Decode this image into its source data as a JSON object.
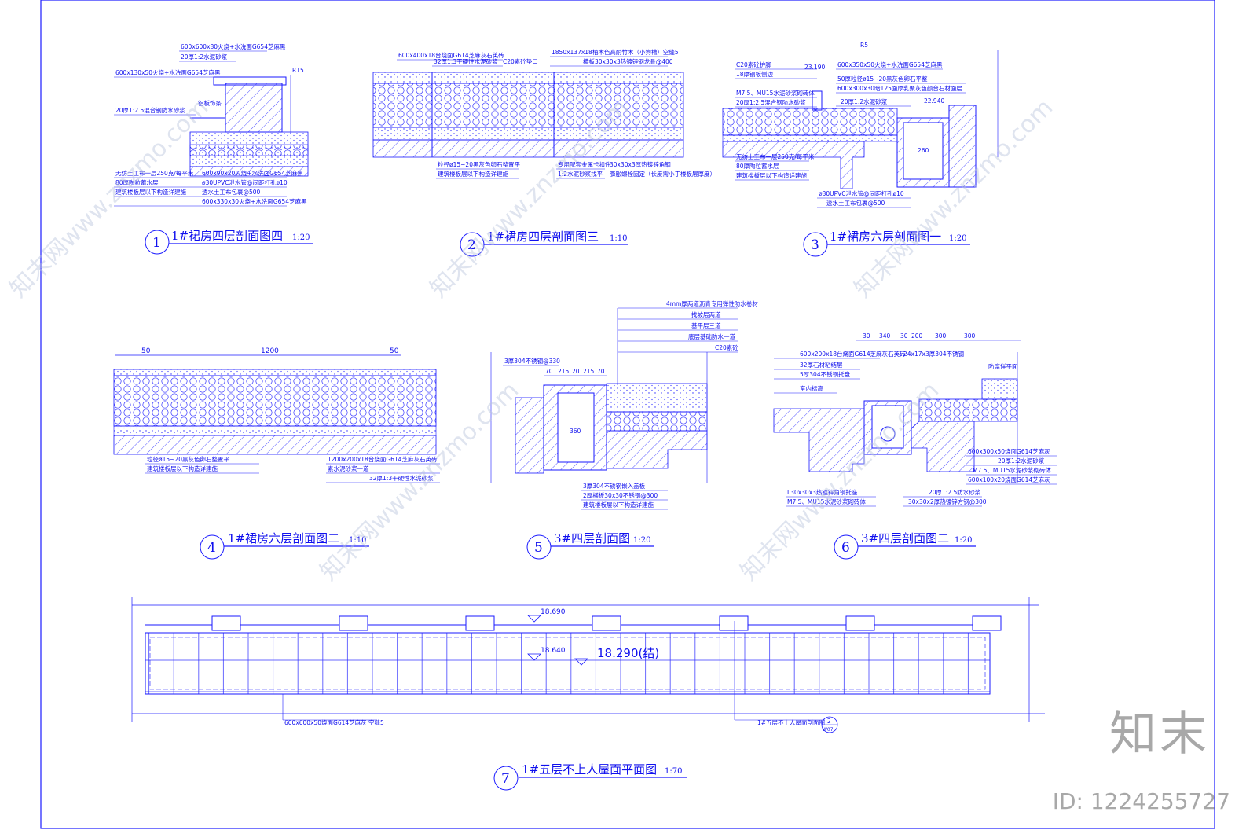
{
  "watermark": {
    "brand": "知末",
    "id_text": "ID: 1224255727",
    "tile_text": "知末网www.znzmo.com"
  },
  "details": [
    {
      "num": "1",
      "title": "1#裙房四层剖面图四",
      "scale": "1:20",
      "labels": [
        "600x600x80火烧+水洗面G654芝麻黑",
        "20厚1:2水泥砂浆",
        "600x130x50火烧+水洗面G654芝麻黑",
        "R15",
        "铝板饰条",
        "20厚1:2.5混合钢防水砂浆",
        "无纺土工布一层250克/每平米",
        "600x90x20火烧+水洗面G654芝麻黑",
        "80厚陶粒蓄水层",
        "ø30UPVC泄水管@间距打孔ø10",
        "建筑楼板层以下构造详建施",
        "透水土工布包裹@500",
        "600x330x30火烧+水洗面G654芝麻黑"
      ]
    },
    {
      "num": "2",
      "title": "1#裙房四层剖面图三",
      "scale": "1:10",
      "labels": [
        "600x400x18台烧面G614芝麻灰石英砖",
        "32厚1:3干硬性水泥砂浆",
        "C20素砼垫口",
        "1850x137x18柚木色高耐竹木（小狗槽）空缝5",
        "横板30x30x3热镀锌钢龙骨@400",
        "粒径ø15~20黑灰色卵石整置平",
        "建筑楼板层以下构造详建施",
        "专用配套金属卡扣件",
        "1:2水泥砂浆找平",
        "30x30x3厚热镀锌角钢",
        "膨胀螺栓固定（长度需小于楼板层厚度）"
      ]
    },
    {
      "num": "3",
      "title": "1#裙房六层剖面图一",
      "scale": "1:20",
      "labels": [
        "C20素砼护脚",
        "18厚钢板侧边",
        "23.190",
        "600x350x50火烧+水洗面G654芝麻黑",
        "R5",
        "50厚粒径ø15~20黑灰色卵石平整",
        "M7.5、MU15水泥砂浆砌砖体",
        "600x300x30暗125面厚乳聚灰色颜台石材面层",
        "20厚1:2.5混合钢防水砂浆",
        "20厚1:2水泥砂浆",
        "22.940",
        "260",
        "无纺土工布一层250克/每平米",
        "80厚陶粒蓄水层",
        "建筑楼板层以下构造详建施",
        "ø30UPVC泄水管@间距打孔ø10",
        "透水土工布包裹@500"
      ]
    },
    {
      "num": "4",
      "title": "1#裙房六层剖面图二",
      "scale": "1:10",
      "labels": [
        "50",
        "1200",
        "50",
        "粒径ø15~20黑灰色卵石整置平",
        "建筑楼板层以下构造详建施",
        "1200x200x18台烧面G614芝麻灰石英砖",
        "素水泥砂浆一道",
        "32厚1:3干硬性水泥砂浆"
      ]
    },
    {
      "num": "5",
      "title": "3#四层剖面图",
      "scale": "1:20",
      "labels": [
        "4mm厚两道沥青专用弹性防水卷材",
        "找坡层两道",
        "基平层三道",
        "底层基础防水一道",
        "C20素砼",
        "3厚304不锈钢@330",
        "70",
        "215",
        "20",
        "215",
        "70",
        "360",
        "3厚304不锈钢嵌入盖板",
        "2厚横板30x30不锈钢@300",
        "建筑楼板层以下构造详建施"
      ]
    },
    {
      "num": "6",
      "title": "3#四层剖面图二",
      "scale": "1:20",
      "labels": [
        "30",
        "340",
        "30",
        "200",
        "300",
        "300",
        "600x200x18台烧面G614芝麻灰石英砖",
        "24x17x3厚304不锈钢",
        "32厚石材粘结层",
        "5厚304不锈钢托盘",
        "防腐详平面",
        "室内标高",
        "600x300x50烧面G614芝麻灰",
        "20厚1:2水泥砂浆",
        "M7.5、MU15水泥砂浆砌砖体",
        "600x100x20烧面G614芝麻灰",
        "L30x30x3热镀锌角钢托座",
        "M7.5、MU15水泥砂浆砌砖体",
        "20厚1:2.5防水砂浆",
        "30x30x2厚热镀锌方钢@300"
      ]
    },
    {
      "num": "7",
      "title": "1#五层不上人屋面平面图",
      "scale": "1:70",
      "labels": [
        "18.690",
        "18.640",
        "18.290(结)",
        "600x600x50烧面G614芝麻灰 空缝5",
        "1#五层不上人屋面剖面图",
        "2",
        "W07"
      ]
    }
  ]
}
